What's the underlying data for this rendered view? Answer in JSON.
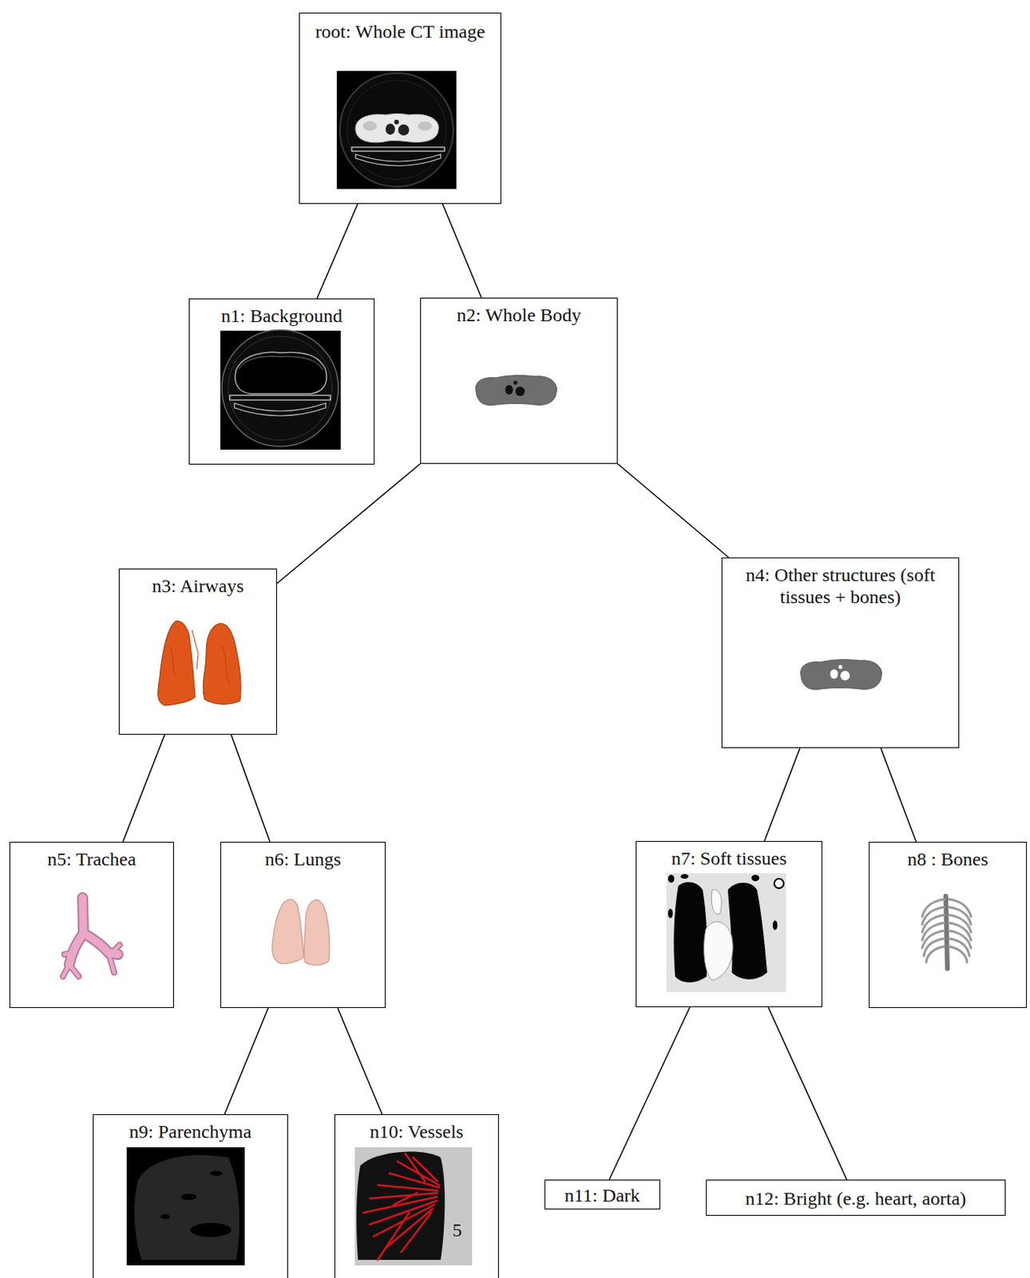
{
  "diagram": {
    "nodes": [
      {
        "text": [
          "root: Whole CT image"
        ]
      },
      {
        "text": [
          "n1: Background"
        ]
      },
      {
        "text": [
          "n2: Whole Body"
        ]
      },
      {
        "text": [
          "n3: Airways"
        ]
      },
      {
        "text": [
          "n4: Other structures (soft tissues + bones)"
        ]
      },
      {
        "text": [
          "n5: Trachea"
        ]
      },
      {
        "text": [
          "n6: Lungs"
        ]
      },
      {
        "text": [
          "n7: Soft tissues"
        ]
      },
      {
        "text": [
          "n8 : Bones"
        ]
      },
      {
        "text": [
          "n9: Parenchyma"
        ]
      },
      {
        "text": [
          "n10: Vessels"
        ]
      },
      {
        "text": [
          "n11: Dark"
        ]
      },
      {
        "text": [
          "n12: Bright (e.g. heart, aorta)"
        ]
      }
    ],
    "edges": [
      {
        "from": 0,
        "to": 1,
        "arrow": "none"
      },
      {
        "from": 0,
        "to": 2,
        "arrow": "none"
      },
      {
        "from": 2,
        "to": 3,
        "arrow": "none"
      },
      {
        "from": 2,
        "to": 4,
        "arrow": "none"
      },
      {
        "from": 3,
        "to": 5,
        "arrow": "none"
      },
      {
        "from": 3,
        "to": 6,
        "arrow": "none"
      },
      {
        "from": 4,
        "to": 7,
        "arrow": "none"
      },
      {
        "from": 4,
        "to": 8,
        "arrow": "none"
      },
      {
        "from": 6,
        "to": 9,
        "arrow": "none"
      },
      {
        "from": 6,
        "to": 10,
        "arrow": "none"
      },
      {
        "from": 7,
        "to": 11,
        "arrow": "none"
      },
      {
        "from": 7,
        "to": 12,
        "arrow": "none"
      }
    ],
    "labels": [
      "5"
    ]
  }
}
